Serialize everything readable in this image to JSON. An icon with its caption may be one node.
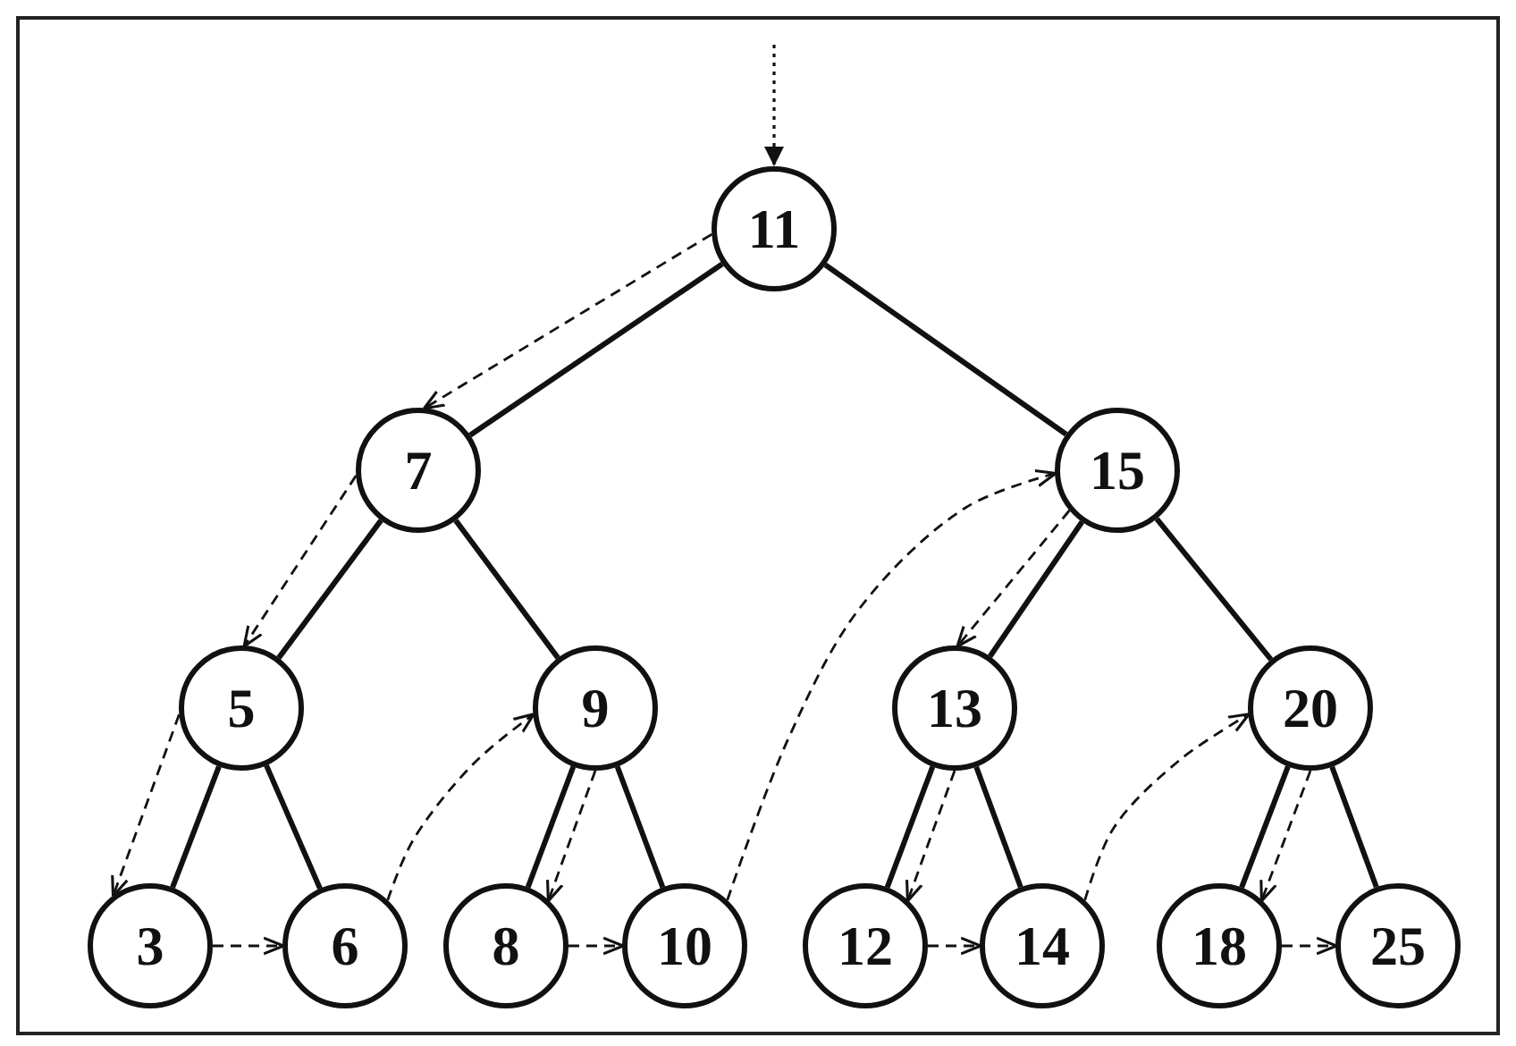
{
  "diagram": {
    "nodes": [
      {
        "text": [
          "11"
        ]
      },
      {
        "text": [
          "7"
        ]
      },
      {
        "text": [
          "15"
        ]
      },
      {
        "text": [
          "5"
        ]
      },
      {
        "text": [
          "9"
        ]
      },
      {
        "text": [
          "13"
        ]
      },
      {
        "text": [
          "20"
        ]
      },
      {
        "text": [
          "3"
        ]
      },
      {
        "text": [
          "6"
        ]
      },
      {
        "text": [
          "8"
        ]
      },
      {
        "text": [
          "10"
        ]
      },
      {
        "text": [
          "12"
        ]
      },
      {
        "text": [
          "14"
        ]
      },
      {
        "text": [
          "18"
        ]
      },
      {
        "text": [
          "25"
        ]
      }
    ],
    "edges": [
      {
        "from": 0,
        "to": 1,
        "arrow": "none"
      },
      {
        "from": 0,
        "to": 2,
        "arrow": "none"
      },
      {
        "from": 1,
        "to": 3,
        "arrow": "none"
      },
      {
        "from": 1,
        "to": 4,
        "arrow": "none"
      },
      {
        "from": 2,
        "to": 5,
        "arrow": "none"
      },
      {
        "from": 2,
        "to": 6,
        "arrow": "none"
      },
      {
        "from": 3,
        "to": 7,
        "arrow": "none"
      },
      {
        "from": 3,
        "to": 8,
        "arrow": "none"
      },
      {
        "from": 4,
        "to": 9,
        "arrow": "none"
      },
      {
        "from": 4,
        "to": 10,
        "arrow": "none"
      },
      {
        "from": 5,
        "to": 11,
        "arrow": "none"
      },
      {
        "from": 5,
        "to": 12,
        "arrow": "none"
      },
      {
        "from": 6,
        "to": 13,
        "arrow": "none"
      },
      {
        "from": 6,
        "to": 14,
        "arrow": "none"
      },
      {
        "from": null,
        "to": 0,
        "arrow": "to",
        "style": "dashed"
      },
      {
        "from": 0,
        "to": 1,
        "arrow": "to",
        "style": "dashed"
      },
      {
        "from": 1,
        "to": 3,
        "arrow": "to",
        "style": "dashed"
      },
      {
        "from": 3,
        "to": 7,
        "arrow": "to",
        "style": "dashed"
      },
      {
        "from": 7,
        "to": 8,
        "arrow": "to",
        "style": "dashed"
      },
      {
        "from": 8,
        "to": 4,
        "arrow": "to",
        "style": "dashed"
      },
      {
        "from": 4,
        "to": 9,
        "arrow": "to",
        "style": "dashed"
      },
      {
        "from": 9,
        "to": 10,
        "arrow": "to",
        "style": "dashed"
      },
      {
        "from": 10,
        "to": 2,
        "arrow": "to",
        "style": "dashed"
      },
      {
        "from": 2,
        "to": 5,
        "arrow": "to",
        "style": "dashed"
      },
      {
        "from": 5,
        "to": 11,
        "arrow": "to",
        "style": "dashed"
      },
      {
        "from": 11,
        "to": 12,
        "arrow": "to",
        "style": "dashed"
      },
      {
        "from": 12,
        "to": 6,
        "arrow": "to",
        "style": "dashed"
      },
      {
        "from": 6,
        "to": 13,
        "arrow": "to",
        "style": "dashed"
      },
      {
        "from": 13,
        "to": 14,
        "arrow": "to",
        "style": "dashed"
      }
    ]
  }
}
